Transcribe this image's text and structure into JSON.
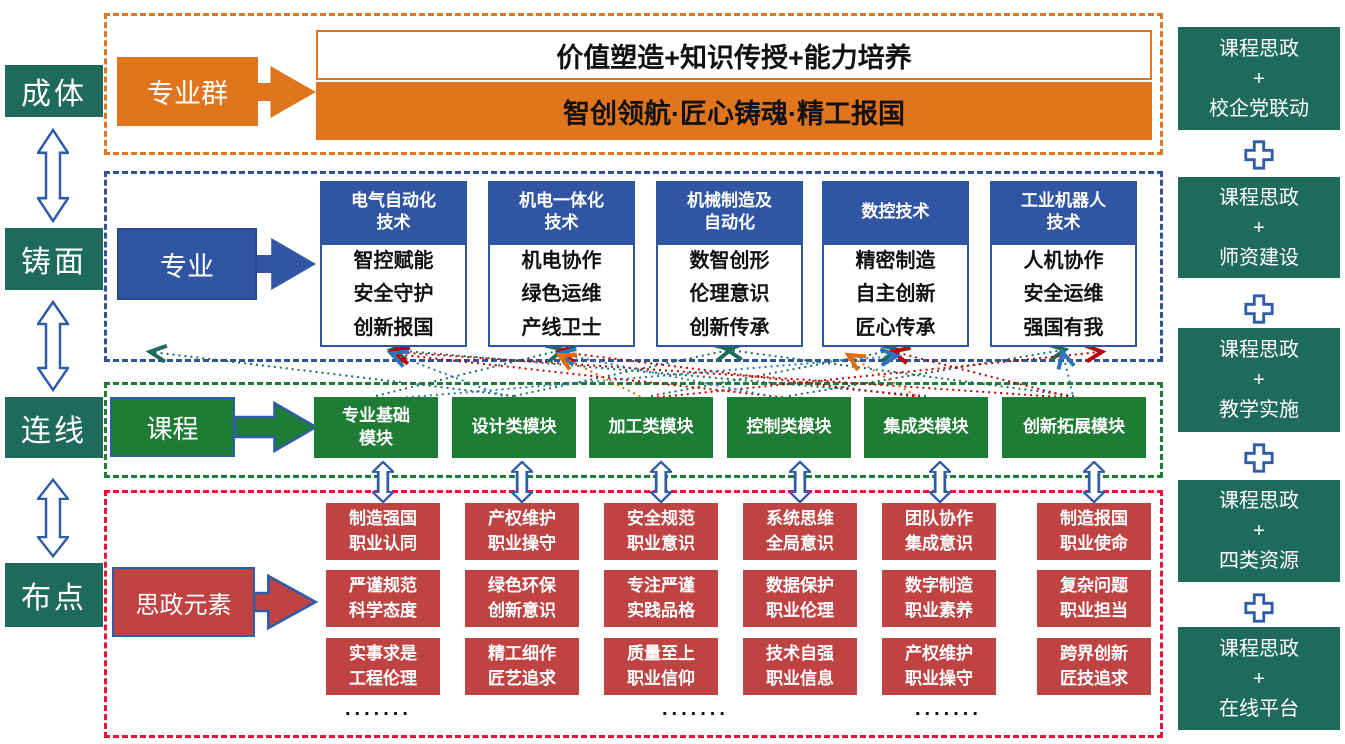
{
  "left_rail": {
    "items": [
      {
        "label": "成体"
      },
      {
        "label": "铸面"
      },
      {
        "label": "连线"
      },
      {
        "label": "布点"
      }
    ]
  },
  "group_section": {
    "label": "专业群",
    "value_line": "价值塑造+知识传授+能力培养",
    "motto_line": "智创领航·匠心铸魂·精工报国"
  },
  "major_section": {
    "label": "专业",
    "columns": [
      {
        "title": "电气自动化\n技术",
        "traits": "智控赋能\n安全守护\n创新报国"
      },
      {
        "title": "机电一体化\n技术",
        "traits": "机电协作\n绿色运维\n产线卫士"
      },
      {
        "title": "机械制造及\n自动化",
        "traits": "数智创形\n伦理意识\n创新传承"
      },
      {
        "title": "数控技术",
        "traits": "精密制造\n自主创新\n匠心传承"
      },
      {
        "title": "工业机器人\n技术",
        "traits": "人机协作\n安全运维\n强国有我"
      }
    ]
  },
  "course_section": {
    "label": "课程",
    "modules": [
      {
        "label": "专业基础\n模块"
      },
      {
        "label": "设计类模块"
      },
      {
        "label": "加工类模块"
      },
      {
        "label": "控制类模块"
      },
      {
        "label": "集成类模块"
      },
      {
        "label": "创新拓展模块"
      }
    ]
  },
  "ideology_section": {
    "label": "思政元素",
    "ellipsis": ".......",
    "rows": [
      {
        "cells": [
          {
            "text": "制造强国\n职业认同"
          },
          {
            "text": "产权维护\n职业操守"
          },
          {
            "text": "安全规范\n职业意识"
          },
          {
            "text": "系统思维\n全局意识"
          },
          {
            "text": "团队协作\n集成意识"
          },
          {
            "text": "制造报国\n职业使命"
          }
        ]
      },
      {
        "cells": [
          {
            "text": "严谨规范\n科学态度"
          },
          {
            "text": "绿色环保\n创新意识"
          },
          {
            "text": "专注严谨\n实践品格"
          },
          {
            "text": "数据保护\n职业伦理"
          },
          {
            "text": "数字制造\n职业素养"
          },
          {
            "text": "复杂问题\n职业担当"
          }
        ]
      },
      {
        "cells": [
          {
            "text": "实事求是\n工程伦理"
          },
          {
            "text": "精工细作\n匠艺追求"
          },
          {
            "text": "质量至上\n职业信仰"
          },
          {
            "text": "技术自强\n职业信息"
          },
          {
            "text": "产权维护\n职业操守"
          },
          {
            "text": "跨界创新\n匠技追求"
          }
        ]
      }
    ]
  },
  "right_rail": {
    "items": [
      {
        "text": "课程思政\n+\n校企党联动"
      },
      {
        "text": "课程思政\n+\n师资建设"
      },
      {
        "text": "课程思政\n+\n教学实施"
      },
      {
        "text": "课程思政\n+\n四类资源"
      },
      {
        "text": "课程思政\n+\n在线平台"
      }
    ]
  },
  "colors": {
    "orange": "#E0751E",
    "blue_box": "#3055A3",
    "frame_blue": "#2F5496",
    "green": "#1E7C34",
    "teal": "#1F6B5B",
    "red_cell": "#BF4342",
    "frame_red": "#E81437",
    "arrow_outline_blue": "#2E5CA6"
  }
}
